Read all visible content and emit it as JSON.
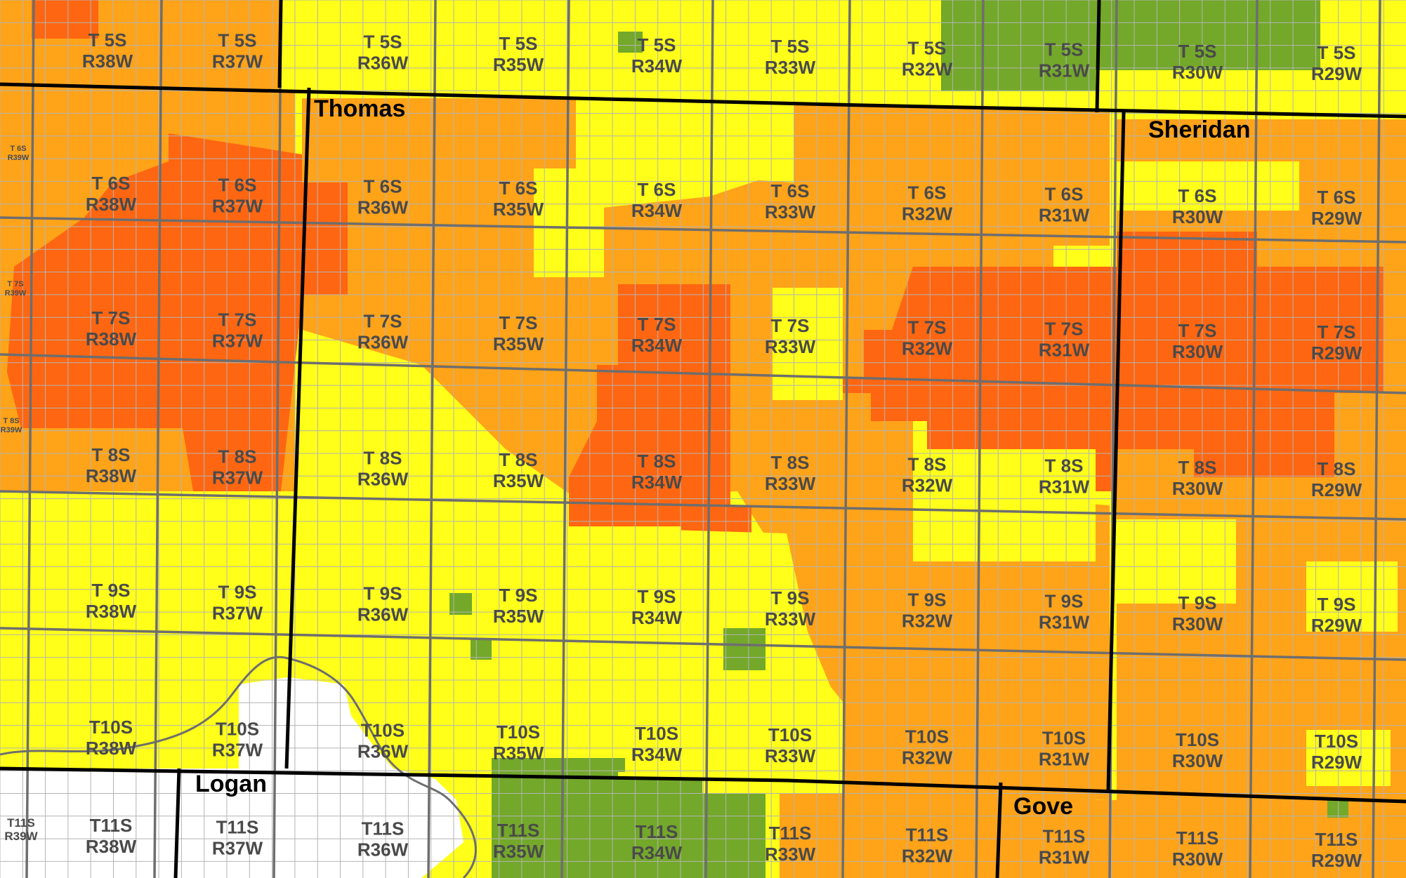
{
  "map": {
    "colors": {
      "very_high": "#ff6611",
      "high": "#ffa319",
      "medium": "#ffff19",
      "low": "#73a82a",
      "no_data": "#ffffff",
      "grid_line": "#b4b4b4",
      "township_line": "#6e6e6e",
      "county_line": "#000000"
    },
    "counties": [
      "Thomas",
      "Sheridan",
      "Logan",
      "Gove"
    ],
    "townships": [
      "T 5S",
      "T 6S",
      "T 7S",
      "T 8S",
      "T 9S",
      "T10S",
      "T11S"
    ],
    "ranges": [
      "R39W",
      "R38W",
      "R37W",
      "R36W",
      "R35W",
      "R34W",
      "R33W",
      "R32W",
      "R31W",
      "R30W",
      "R29W"
    ],
    "edge_labels": [
      {
        "t": "T 6S",
        "r": "R39W"
      },
      {
        "t": "T 7S",
        "r": "R39W"
      },
      {
        "t": "T 8S",
        "r": "R39W"
      },
      {
        "t": "T11S",
        "r": "R39W"
      }
    ]
  }
}
